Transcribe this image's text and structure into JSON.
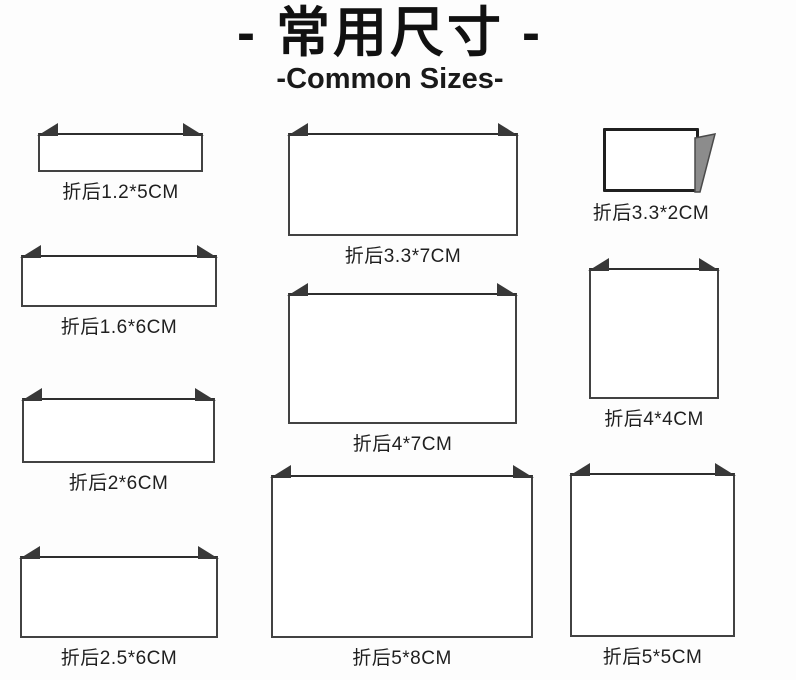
{
  "header": {
    "title": "- 常用尺寸 -",
    "subtitle": "-Common Sizes-"
  },
  "items": [
    {
      "label": "折后1.2*5CM",
      "shape": "strip-with-folded-corners"
    },
    {
      "label": "折后1.6*6CM",
      "shape": "strip-with-folded-corners"
    },
    {
      "label": "折后2*6CM",
      "shape": "strip-with-folded-corners"
    },
    {
      "label": "折后2.5*6CM",
      "shape": "strip-with-folded-corners"
    },
    {
      "label": "折后3.3*7CM",
      "shape": "rect-with-folded-corners"
    },
    {
      "label": "折后4*7CM",
      "shape": "rect-with-folded-corners"
    },
    {
      "label": "折后5*8CM",
      "shape": "rect-with-folded-corners"
    },
    {
      "label": "折后3.3*2CM",
      "shape": "tag-with-side-fold"
    },
    {
      "label": "折后4*4CM",
      "shape": "square-with-folded-corners"
    },
    {
      "label": "折后5*5CM",
      "shape": "square-with-folded-corners"
    }
  ],
  "colors": {
    "background": "#fdfdfd",
    "shape_border": "#424242",
    "tag_border": "#1f1f1f",
    "fold_corner_dark": "#383838",
    "side_fold_gray": "#8c8c8c",
    "text": "#1f1f1f",
    "title": "#111111"
  }
}
